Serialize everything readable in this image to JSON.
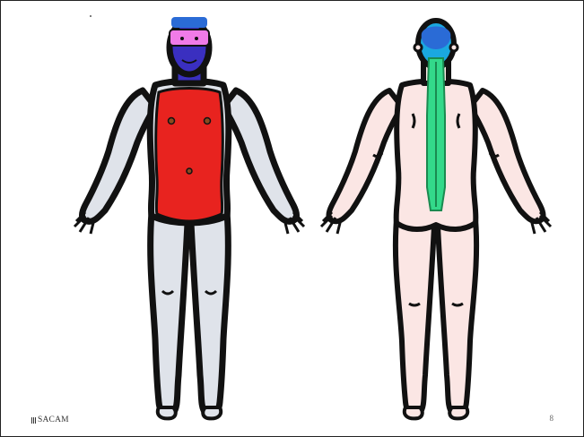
{
  "slide": {
    "footer_brand": "SACAM",
    "page_number": "8"
  },
  "figures": {
    "front": {
      "view": "front",
      "skin_fill": "#dfe3ea"
    },
    "back": {
      "view": "back",
      "skin_fill": "#fbe6e4"
    }
  },
  "colors": {
    "outline": "#111111",
    "head_front": "#3a2fc0",
    "face_band": "#f07be8",
    "torso_front": "#e8231f",
    "spine_back": "#33d98a",
    "head_back": "#1aa8e0"
  }
}
